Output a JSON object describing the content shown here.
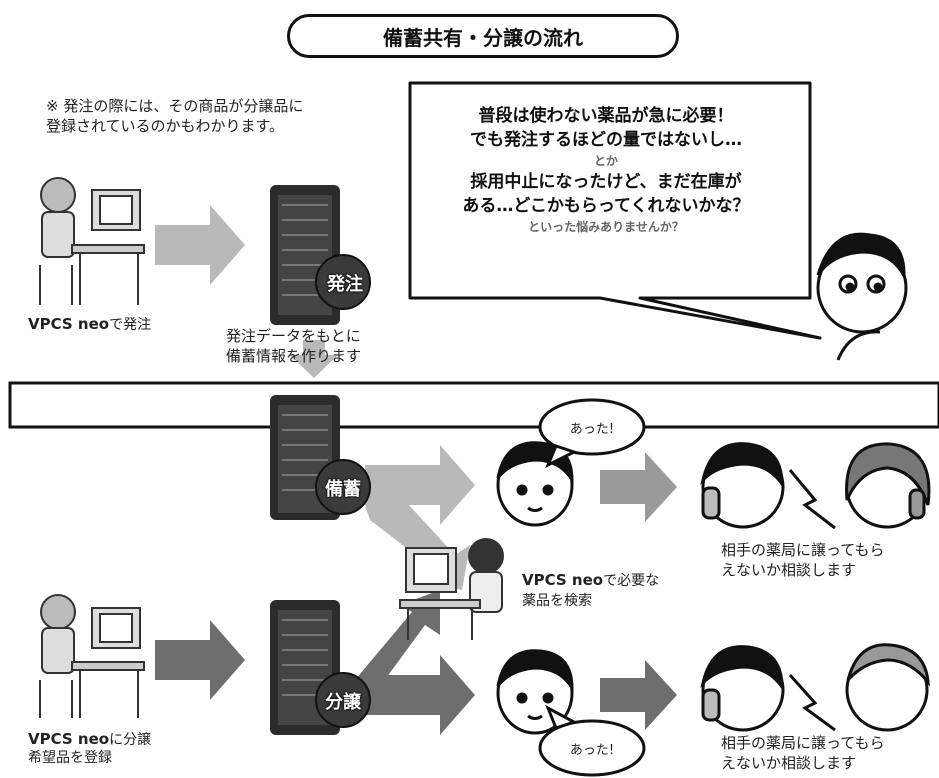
{
  "title": "備蓄共有・分譲の流れ",
  "note": [
    "※ 発注の際には、その商品が分譲品に",
    "登録されているのかもわかります。"
  ],
  "callout": {
    "line1": "普段は使わない薬品が急に必要！",
    "line2": "でも発注するほどの量ではないし…",
    "connector": "とか",
    "line3": "採用中止になったけど、まだ在庫が",
    "line4": "ある…どこかもらってくれないかな？",
    "closing": "といった悩みありませんか？"
  },
  "order": {
    "user_brand": "VPCS neo",
    "user_text": "で発注",
    "server_badge": "発注",
    "server_caption": [
      "発注データをもとに",
      "備蓄情報を作ります"
    ]
  },
  "stock": {
    "server_badge": "備蓄",
    "speech": "あった!",
    "search_brand": "VPCS neo",
    "search_text": "で必要な",
    "search_text2": "薬品を検索",
    "consult": [
      "相手の薬局に譲ってもら",
      "えないか相談します"
    ]
  },
  "transfer": {
    "user_brand": "VPCS neo",
    "user_text": "に分譲",
    "user_text2": "希望品を登録",
    "server_badge": "分譲",
    "speech": "あった!",
    "consult": [
      "相手の薬局に譲ってもら",
      "えないか相談します"
    ]
  },
  "colors": {
    "arrow_light": "#b9b9b9",
    "arrow_dark": "#6e6e6e",
    "server": "#2b2b2b",
    "outline": "#111111"
  }
}
